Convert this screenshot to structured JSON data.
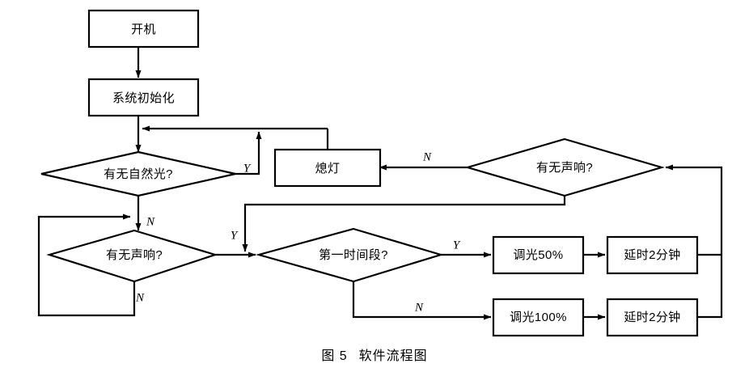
{
  "figure": {
    "caption_number": "图 5",
    "caption_title": "软件流程图",
    "background_color": "#ffffff",
    "line_color": "#000000"
  },
  "nodes": {
    "start": {
      "label": "开机",
      "shape": "rect"
    },
    "init": {
      "label": "系统初始化",
      "shape": "rect"
    },
    "natural_light": {
      "label": "有无自然光?",
      "shape": "diamond"
    },
    "sound_left": {
      "label": "有无声响?",
      "shape": "diamond"
    },
    "sound_right": {
      "label": "有无声响?",
      "shape": "diamond"
    },
    "lights_off": {
      "label": "熄灯",
      "shape": "rect"
    },
    "first_period": {
      "label": "第一时间段?",
      "shape": "diamond"
    },
    "dim50": {
      "label": "调光50%",
      "shape": "rect"
    },
    "dim100": {
      "label": "调光100%",
      "shape": "rect"
    },
    "delay_top": {
      "label": "延时2分钟",
      "shape": "rect"
    },
    "delay_bottom": {
      "label": "延时2分钟",
      "shape": "rect"
    }
  },
  "edge_labels": {
    "natural_light_yes": "Y",
    "natural_light_no": "N",
    "sound_left_no_in": "N",
    "sound_left_no_loop": "N",
    "sound_left_yes": "Y",
    "sound_right_no": "N",
    "sound_right_yes": "Y",
    "first_period_yes": "Y",
    "first_period_no": "N"
  },
  "chart_data": {
    "type": "diagram",
    "title": "图 5　软件流程图",
    "nodes": [
      {
        "id": "start",
        "text": "开机",
        "type": "process"
      },
      {
        "id": "init",
        "text": "系统初始化",
        "type": "process"
      },
      {
        "id": "natural_light",
        "text": "有无自然光?",
        "type": "decision"
      },
      {
        "id": "sound_left",
        "text": "有无声响?",
        "type": "decision"
      },
      {
        "id": "sound_right",
        "text": "有无声响?",
        "type": "decision"
      },
      {
        "id": "lights_off",
        "text": "熄灯",
        "type": "process"
      },
      {
        "id": "first_period",
        "text": "第一时间段?",
        "type": "decision"
      },
      {
        "id": "dim50",
        "text": "调光50%",
        "type": "process"
      },
      {
        "id": "dim100",
        "text": "调光100%",
        "type": "process"
      },
      {
        "id": "delay_top",
        "text": "延时2分钟",
        "type": "process"
      },
      {
        "id": "delay_bottom",
        "text": "延时2分钟",
        "type": "process"
      }
    ],
    "edges": [
      {
        "from": "start",
        "to": "init",
        "label": ""
      },
      {
        "from": "init",
        "to": "natural_light",
        "label": ""
      },
      {
        "from": "natural_light",
        "to": "sound_right",
        "label": "Y"
      },
      {
        "from": "natural_light",
        "to": "sound_left",
        "label": "N"
      },
      {
        "from": "sound_left",
        "to": "first_period",
        "label": "Y"
      },
      {
        "from": "sound_left",
        "to": "sound_left",
        "label": "N"
      },
      {
        "from": "sound_right",
        "to": "lights_off",
        "label": "N"
      },
      {
        "from": "sound_right",
        "to": "first_period",
        "label": "Y"
      },
      {
        "from": "lights_off",
        "to": "natural_light",
        "label": ""
      },
      {
        "from": "first_period",
        "to": "dim50",
        "label": "Y"
      },
      {
        "from": "first_period",
        "to": "dim100",
        "label": "N"
      },
      {
        "from": "dim50",
        "to": "delay_top",
        "label": ""
      },
      {
        "from": "dim100",
        "to": "delay_bottom",
        "label": ""
      },
      {
        "from": "delay_top",
        "to": "sound_right",
        "label": ""
      },
      {
        "from": "delay_bottom",
        "to": "sound_right",
        "label": ""
      }
    ]
  }
}
